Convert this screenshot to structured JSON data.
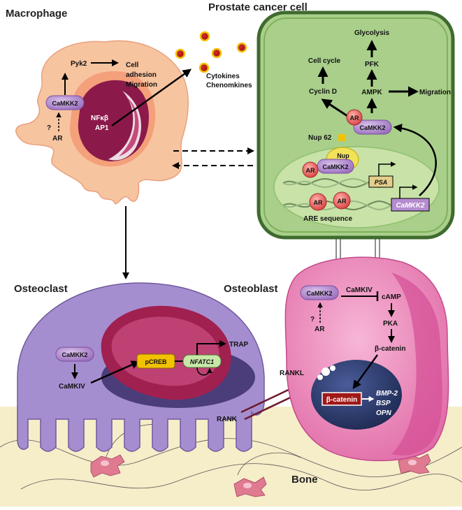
{
  "titles": {
    "macrophage": "Macrophage",
    "prostate": "Prostate cancer cell",
    "osteoclast": "Osteoclast",
    "osteoblast": "Osteoblast",
    "bone": "Bone"
  },
  "macrophage": {
    "camkk2": "CaMKK2",
    "pyk2": "Pyk2",
    "cell_adhesion": "Cell",
    "adhesion": "adhesion",
    "migration": "Migration",
    "q": "?",
    "ar": "AR",
    "nf1": "NFκβ",
    "nf2": "AP1",
    "cytokines": "Cytokines",
    "chemokines": "Chenomkines"
  },
  "prostate": {
    "glycolysis": "Glycolysis",
    "pfk": "PFK",
    "cell_cycle": "Cell cycle",
    "cyclin_d": "Cyclin D",
    "ampk": "AMPK",
    "migration": "Migration",
    "ar": "AR",
    "camkk2": "CaMKK2",
    "nup62": "Nup 62",
    "nup": "Nup",
    "nup_num": "62",
    "psa": "PSA",
    "camkk2_gene": "CaMKK2",
    "are": "ARE sequence"
  },
  "osteoclast": {
    "camkk2": "CaMKK2",
    "camkiv": "CaMKIV",
    "pcreb": "pCREB",
    "nfatc1": "NFATC1",
    "trap": "TRAP",
    "rank": "RANK"
  },
  "osteoblast": {
    "camkk2": "CaMKK2",
    "camkiv": "CaMKIV",
    "camp": "cAMP",
    "q": "?",
    "ar": "AR",
    "pka": "PKA",
    "bcat": "β-catenin",
    "bcat_box": "β-catenin",
    "bmp": "BMP-2",
    "bsp": "BSP",
    "opn": "OPN",
    "rankl": "RANKL"
  },
  "colors": {
    "macrophage": "#f7c4a0",
    "nucleus_dark": "#8b1a4a",
    "prostate": "#a9cf8a",
    "prostate_border": "#3f6b2e",
    "camkk2": "#b48ccf",
    "ar": "#e85d5d",
    "osteoclast": "#a58ed0",
    "osteoblast": "#f28fc0",
    "ob_nucleus": "#2b3a6b",
    "bone": "#f6edc9"
  }
}
